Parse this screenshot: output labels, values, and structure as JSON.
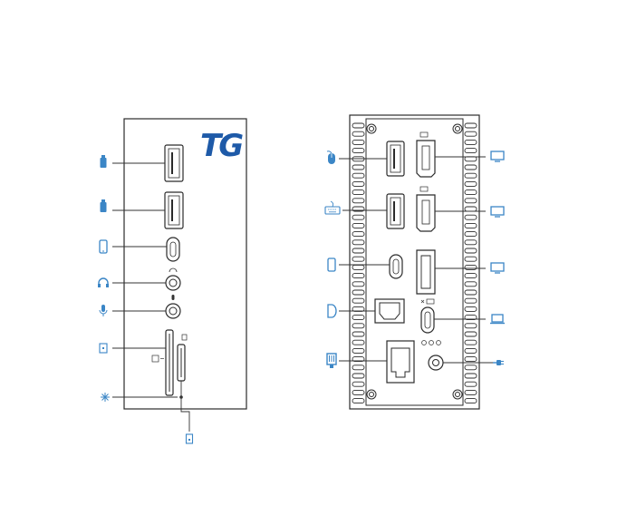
{
  "brand": {
    "logo_text": "TG"
  },
  "colors": {
    "icon_blue": "#3b86c6",
    "outline": "#2b2b2b",
    "leader": "#333333",
    "logo": "#1e5aa8",
    "background": "#ffffff"
  },
  "front_panel": {
    "ports": [
      {
        "id": "usb-a-1",
        "icon": "usb-stick-icon"
      },
      {
        "id": "usb-a-2",
        "icon": "usb-stick-icon"
      },
      {
        "id": "usb-c",
        "icon": "phone-icon"
      },
      {
        "id": "headphone-jack",
        "icon": "headphones-icon"
      },
      {
        "id": "mic-jack",
        "icon": "microphone-icon"
      },
      {
        "id": "sd-card-slot",
        "icon": "sd-card-icon"
      },
      {
        "id": "power-led",
        "icon": "light-icon"
      },
      {
        "id": "micro-sd-slot",
        "icon": "micro-sd-icon"
      }
    ]
  },
  "rear_panel": {
    "ports": [
      {
        "id": "usb-a-1",
        "icon": "mouse-icon"
      },
      {
        "id": "usb-a-2",
        "icon": "keyboard-icon"
      },
      {
        "id": "usb-c",
        "icon": "phone-icon"
      },
      {
        "id": "optical-audio",
        "icon": "optical-audio-icon"
      },
      {
        "id": "ethernet",
        "icon": "ethernet-icon"
      },
      {
        "id": "hdmi-1",
        "icon": "monitor-icon"
      },
      {
        "id": "hdmi-2",
        "icon": "monitor-icon"
      },
      {
        "id": "displayport",
        "icon": "monitor-icon"
      },
      {
        "id": "usb-c-host",
        "icon": "laptop-icon"
      },
      {
        "id": "dc-in",
        "icon": "power-plug-icon"
      }
    ]
  }
}
